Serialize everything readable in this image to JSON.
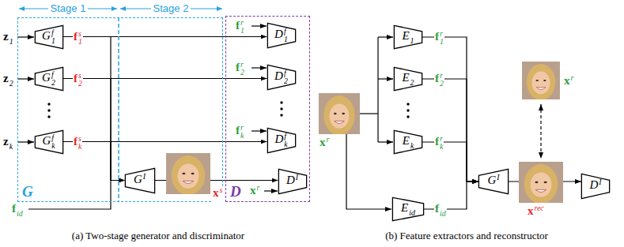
{
  "diagram": {
    "nodes": [
      {
        "text": [
          "G"
        ]
      },
      {
        "text": [
          "G1f"
        ],
        "in": 0
      },
      {
        "text": [
          "G2f"
        ],
        "in": 0
      },
      {
        "text": [
          "Gkf"
        ],
        "in": 0
      },
      {
        "text": [
          "GI"
        ],
        "in": 0
      },
      {
        "text": [
          "D"
        ]
      },
      {
        "text": [
          "D1f"
        ],
        "in": 5
      },
      {
        "text": [
          "D2f"
        ],
        "in": 5
      },
      {
        "text": [
          "Dkf"
        ],
        "in": 5
      },
      {
        "text": [
          "DI"
        ],
        "in": 5
      },
      {
        "text": [
          "E1"
        ]
      },
      {
        "text": [
          "E2"
        ]
      },
      {
        "text": [
          "Ek"
        ]
      },
      {
        "text": [
          "Eid"
        ]
      },
      {
        "text": [
          "GI"
        ]
      },
      {
        "text": [
          "DI"
        ]
      }
    ],
    "edges": [
      {
        "from": 1,
        "to": 6,
        "arrow": "to",
        "label": "f1s"
      },
      {
        "from": 2,
        "to": 7,
        "arrow": "to",
        "label": "f2s"
      },
      {
        "from": 3,
        "to": 8,
        "arrow": "to",
        "label": "fks"
      },
      {
        "from": 1,
        "to": 4,
        "arrow": "to"
      },
      {
        "from": 2,
        "to": 4,
        "arrow": "to"
      },
      {
        "from": 3,
        "to": 4,
        "arrow": "to"
      },
      {
        "from": 4,
        "to": 9,
        "arrow": "to"
      },
      {
        "from": 10,
        "to": 14,
        "arrow": "to",
        "label": "f1r"
      },
      {
        "from": 11,
        "to": 14,
        "arrow": "to",
        "label": "f2r"
      },
      {
        "from": 12,
        "to": 14,
        "arrow": "to",
        "label": "fkr"
      },
      {
        "from": 13,
        "to": 14,
        "arrow": "to",
        "label": "fid"
      },
      {
        "from": 14,
        "to": 15,
        "arrow": "to"
      }
    ],
    "labels": [
      "Stage 1",
      "Stage 2",
      "z1",
      "z2",
      "zk",
      "f1r",
      "f2r",
      "fkr",
      "xs",
      "xr",
      "fid",
      "xr",
      "xr",
      "xrec",
      "(a) Two-stage generator and discriminator",
      "(b) Feature extractors and reconstructor"
    ]
  }
}
